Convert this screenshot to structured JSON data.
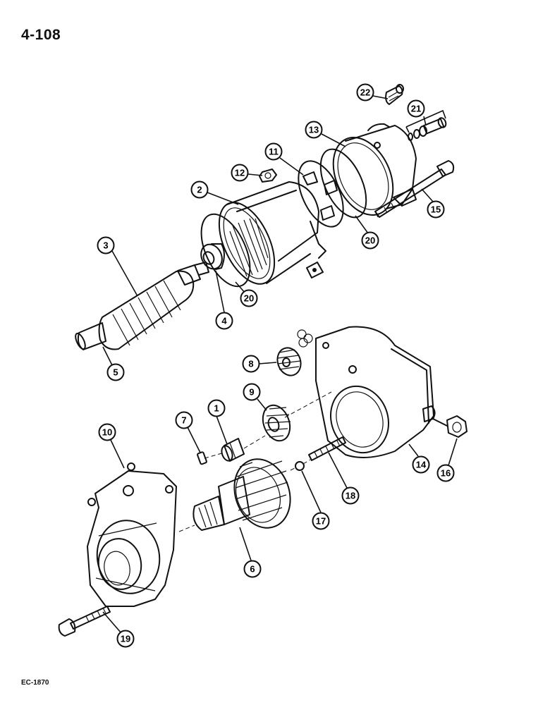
{
  "page_number": "4-108",
  "figure_code": "EC-1870",
  "callouts": [
    {
      "id": "c1",
      "label": "1"
    },
    {
      "id": "c2",
      "label": "2"
    },
    {
      "id": "c3",
      "label": "3"
    },
    {
      "id": "c4",
      "label": "4"
    },
    {
      "id": "c5",
      "label": "5"
    },
    {
      "id": "c6",
      "label": "6"
    },
    {
      "id": "c7",
      "label": "7"
    },
    {
      "id": "c8",
      "label": "8"
    },
    {
      "id": "c9",
      "label": "9"
    },
    {
      "id": "c10",
      "label": "10"
    },
    {
      "id": "c11",
      "label": "11"
    },
    {
      "id": "c12",
      "label": "12"
    },
    {
      "id": "c13",
      "label": "13"
    },
    {
      "id": "c14",
      "label": "14"
    },
    {
      "id": "c15",
      "label": "15"
    },
    {
      "id": "c16",
      "label": "16"
    },
    {
      "id": "c17",
      "label": "17"
    },
    {
      "id": "c18",
      "label": "18"
    },
    {
      "id": "c19",
      "label": "19"
    },
    {
      "id": "c20a",
      "label": "20"
    },
    {
      "id": "c20b",
      "label": "20"
    },
    {
      "id": "c21",
      "label": "21"
    },
    {
      "id": "c22",
      "label": "22"
    }
  ]
}
